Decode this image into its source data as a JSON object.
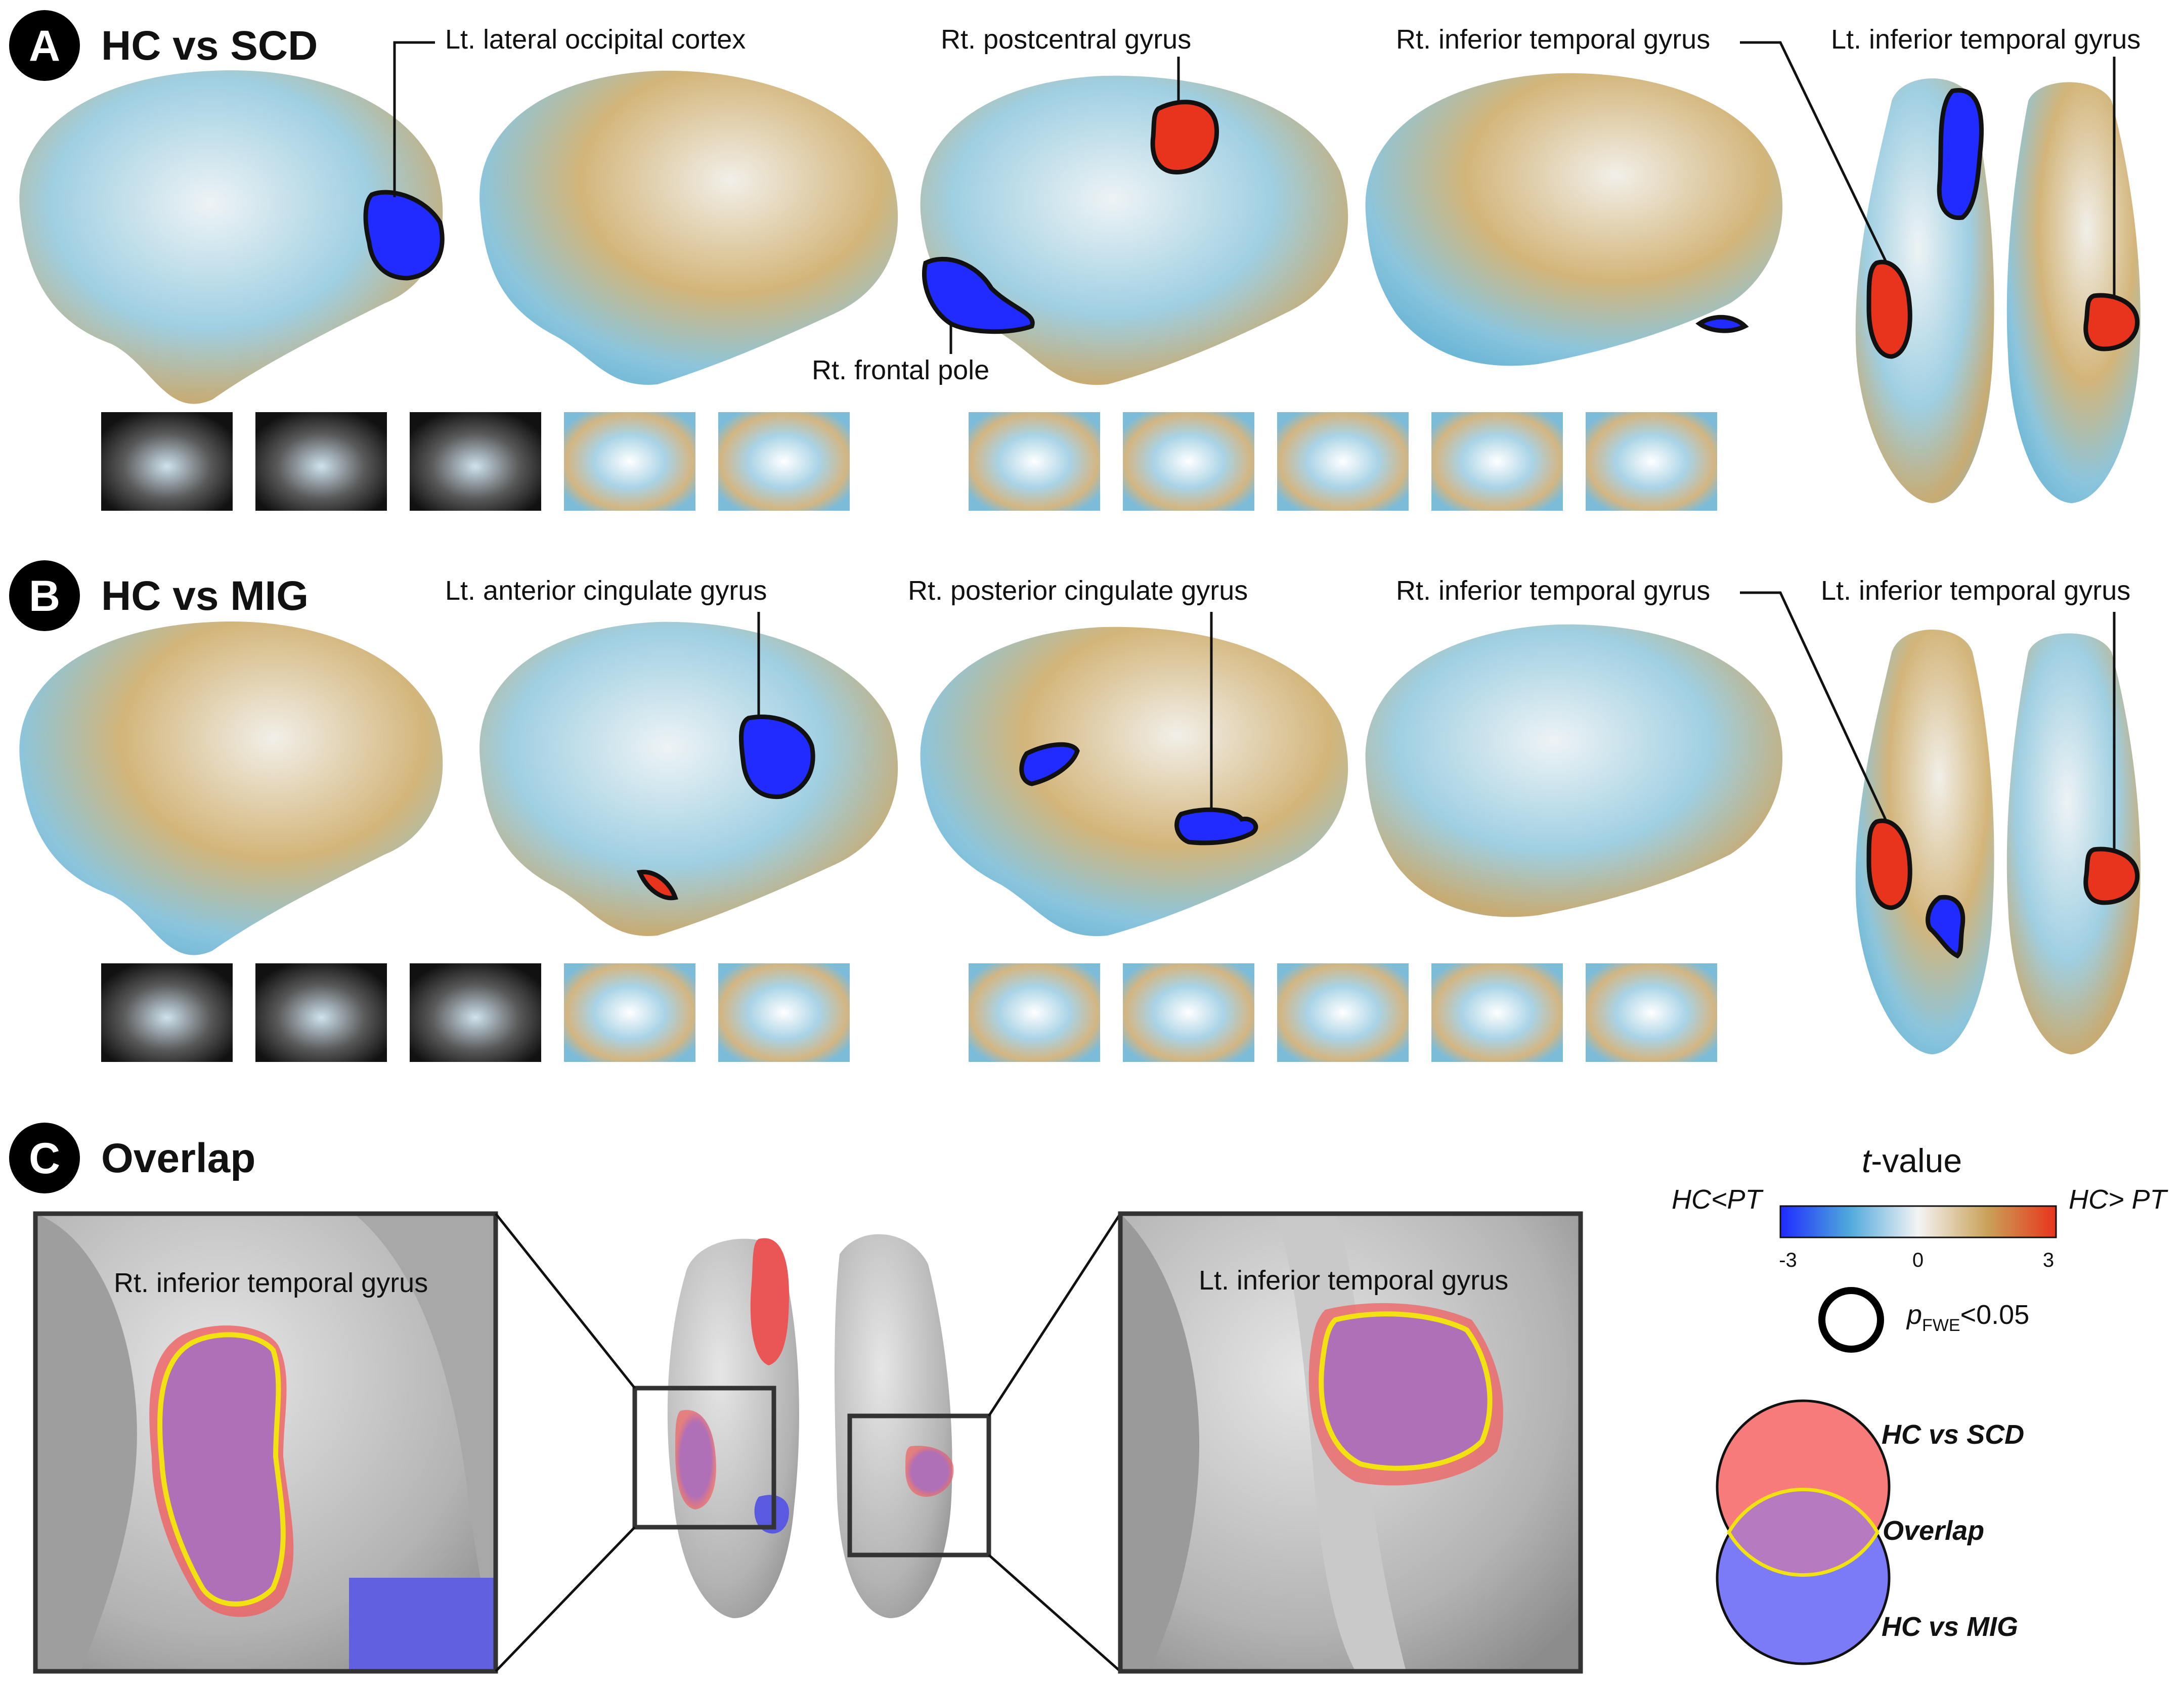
{
  "panels": [
    {
      "letter": "A",
      "title": "HC vs SCD",
      "regions": [
        "Lt. lateral occipital cortex",
        "Rt. postcentral gyrus",
        "Rt. inferior temporal gyrus",
        "Lt. inferior temporal gyrus",
        "Rt. frontal pole"
      ]
    },
    {
      "letter": "B",
      "title": "HC vs MIG",
      "regions": [
        "Lt. anterior cingulate gyrus",
        "Rt. posterior cingulate gyrus",
        "Rt. inferior temporal gyrus",
        "Lt. inferior temporal gyrus"
      ]
    },
    {
      "letter": "C",
      "title": "Overlap",
      "regions": [
        "Rt. inferior temporal gyrus",
        "Lt. inferior temporal gyrus"
      ]
    }
  ],
  "legend": {
    "title_italic": "t",
    "title_rest": "-value",
    "left_label": "HC<PT",
    "right_label": "HC> PT",
    "ticks": [
      "-3",
      "0",
      "3"
    ],
    "significance_p": "p",
    "significance_sub": "FWE",
    "significance_rest": "<0.05",
    "venn": [
      "HC vs SCD",
      "Overlap",
      "HC vs MIG"
    ]
  },
  "colors": {
    "negative": "#1f2bff",
    "neutral_blue": "#74c2de",
    "neutral": "#f4f4f4",
    "positive_tan": "#c9a25a",
    "positive": "#e8341c",
    "overlap_outline": "#f2e20f",
    "venn_scd": "#f77b7b",
    "venn_mig": "#7b7bf7",
    "venn_overlap": "#b57ac0"
  }
}
